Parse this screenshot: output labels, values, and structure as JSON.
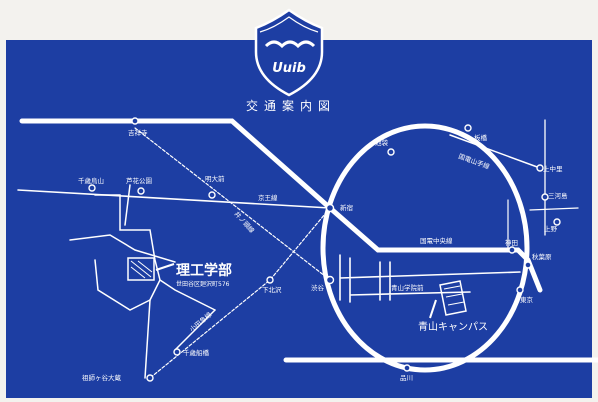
{
  "title": "交通案内図",
  "logo_text": "Uuib",
  "stations": {
    "kichijoji": "吉祥寺",
    "chitose_karasuyama": "千歳烏山",
    "roka_koen": "芦花公園",
    "meidaimae": "明大前",
    "shinjuku": "新宿",
    "ikebukuro": "池袋",
    "itabashi": "板橋",
    "kami_nakazato": "上中里",
    "mikawashima": "三河島",
    "ueno": "上野",
    "kanda": "神田",
    "akihabara": "秋葉原",
    "tokyo": "東京",
    "shinagawa": "品川",
    "shibuya": "渋谷",
    "aoyama_gakuin_mae": "青山学院前",
    "shimokitazawa": "下北沢",
    "chitose_funabashi": "千歳船橋",
    "soshigaya_okura": "祖師ヶ谷大蔵"
  },
  "lines": {
    "keio": "京王線",
    "inokashira": "井ノ頭線",
    "odakyu": "小田急線",
    "kokuden_yamate": "国電山手線",
    "kokuden_chuo": "国電中央線"
  },
  "campus_science": {
    "name": "理工学部",
    "address": "世田谷区廻沢町576"
  },
  "campus_aoyama": {
    "name": "青山キャンパス"
  },
  "colors": {
    "background": "#1d3ea3",
    "line": "#ffffff",
    "border": "#f3f2ee"
  }
}
